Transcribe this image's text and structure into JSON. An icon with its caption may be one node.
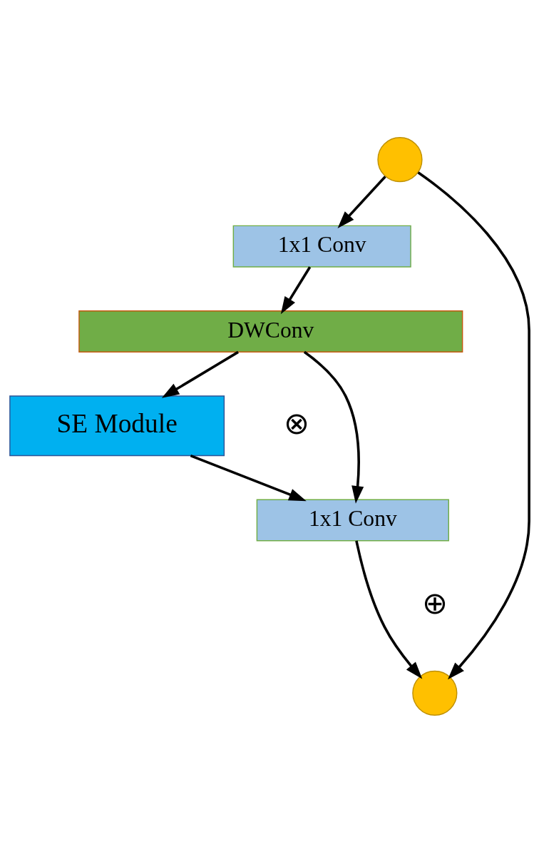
{
  "diagram": {
    "nodes": [
      {
        "text": [],
        "shape": "circle"
      },
      {
        "text": [
          "1x1 Conv"
        ]
      },
      {
        "text": [
          "DWConv"
        ]
      },
      {
        "text": [
          "SE Module"
        ]
      },
      {
        "text": [
          "1x1 Conv"
        ]
      },
      {
        "text": [],
        "shape": "circle"
      }
    ],
    "edges": [
      {
        "from": 0,
        "to": 1,
        "arrow": "to"
      },
      {
        "from": 1,
        "to": 2,
        "arrow": "to"
      },
      {
        "from": 2,
        "to": 3,
        "arrow": "to"
      },
      {
        "from": 2,
        "to": 4,
        "arrow": "to"
      },
      {
        "from": 3,
        "to": 4,
        "arrow": "to"
      },
      {
        "from": 4,
        "to": 5,
        "arrow": "to"
      },
      {
        "from": 0,
        "to": 5,
        "arrow": "to"
      }
    ],
    "labels": [
      "⊗",
      "⊕"
    ]
  }
}
